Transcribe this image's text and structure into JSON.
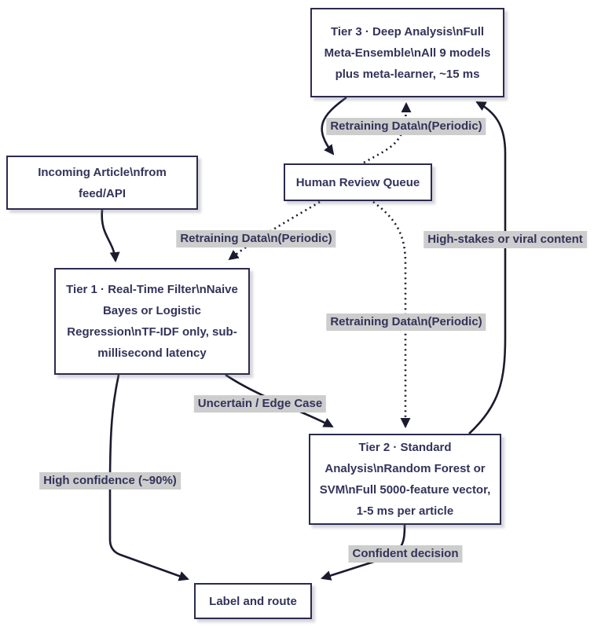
{
  "diagram": {
    "type": "flowchart",
    "nodes": {
      "tier3": {
        "label": "Tier 3 · Deep Analysis\\nFull Meta-Ensemble\\nAll 9 models plus meta-learner, ~15 ms"
      },
      "incoming": {
        "label": "Incoming Article\\nfrom feed/API"
      },
      "human_review": {
        "label": "Human Review Queue"
      },
      "tier1": {
        "label": "Tier 1 · Real-Time Filter\\nNaive Bayes or Logistic Regression\\nTF-IDF only, sub-millisecond latency"
      },
      "tier2": {
        "label": "Tier 2 · Standard Analysis\\nRandom Forest or SVM\\nFull 5000-feature vector, 1-5 ms per article"
      },
      "label_route": {
        "label": "Label and route"
      }
    },
    "edge_labels": {
      "retraining_top": "Retraining Data\\n(Periodic)",
      "retraining_left": "Retraining Data\\n(Periodic)",
      "retraining_mid": "Retraining Data\\n(Periodic)",
      "high_stakes": "High-stakes or viral content",
      "uncertain": "Uncertain / Edge Case",
      "high_confidence": "High confidence (~90%)",
      "confident": "Confident decision"
    },
    "edges": [
      {
        "from": "incoming",
        "to": "tier1",
        "style": "solid",
        "label": ""
      },
      {
        "from": "tier3",
        "to": "human_review",
        "style": "solid",
        "label": ""
      },
      {
        "from": "human_review",
        "to": "tier3",
        "style": "dotted",
        "label": "Retraining Data\\n(Periodic)"
      },
      {
        "from": "human_review",
        "to": "tier1",
        "style": "dotted",
        "label": "Retraining Data\\n(Periodic)"
      },
      {
        "from": "human_review",
        "to": "tier2",
        "style": "dotted",
        "label": "Retraining Data\\n(Periodic)"
      },
      {
        "from": "tier2",
        "to": "tier3",
        "style": "solid",
        "label": "High-stakes or viral content"
      },
      {
        "from": "tier1",
        "to": "tier2",
        "style": "solid",
        "label": "Uncertain / Edge Case"
      },
      {
        "from": "tier1",
        "to": "label_route",
        "style": "solid",
        "label": "High confidence (~90%)"
      },
      {
        "from": "tier2",
        "to": "label_route",
        "style": "solid",
        "label": "Confident decision"
      }
    ],
    "colors": {
      "node_border": "#2b2b4d",
      "node_bg": "#ffffff",
      "text": "#33335a",
      "edge": "#1b1b2e",
      "edge_label_bg": "#cdcdcd"
    }
  }
}
